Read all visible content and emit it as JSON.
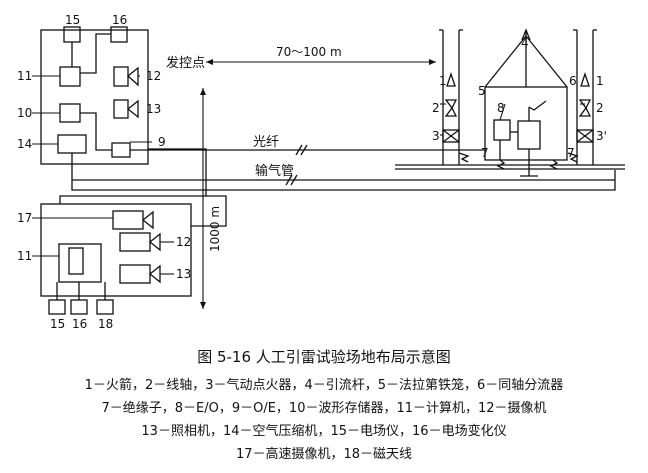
{
  "labels": {
    "control_point": "发控点",
    "distance_h": "70～100 m",
    "distance_v": "1000 m",
    "fiber": "光纤",
    "air_pipe": "输气管"
  },
  "numbers": {
    "n15": "15",
    "n16": "16",
    "n11": "11",
    "n12": "12",
    "n10": "10",
    "n13": "13",
    "n14": "14",
    "n9": "9",
    "n17": "17",
    "n18": "18",
    "n1": "1",
    "n2": "2",
    "n3": "3",
    "n4": "4",
    "n5": "5",
    "n6": "6",
    "n7": "7",
    "n8": "8",
    "n3p": "3'"
  },
  "caption": {
    "title": "图 5-16    人工引雷试验场地布局示意图",
    "legend_line1": "1－火箭，2－线轴，3－气动点火器，4－引流杆，5－法拉第铁笼，6－同轴分流器",
    "legend_line2": "7－绝缘子，8－E/O，9－O/E，10－波形存储器，11－计算机，12－摄像机",
    "legend_line3": "13－照相机，14－空气压缩机，15－电场仪，16－电场变化仪",
    "legend_line4": "17－高速摄像机，18－磁天线"
  }
}
